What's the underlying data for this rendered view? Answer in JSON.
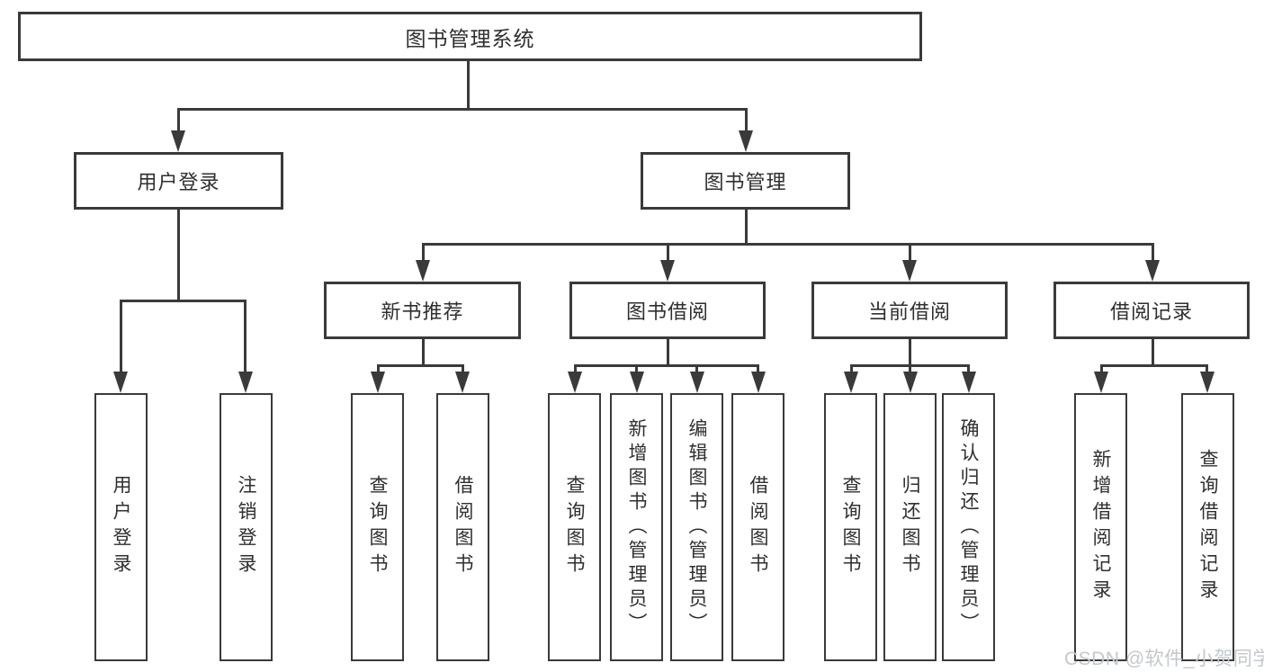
{
  "diagram": {
    "root": "图书管理系统",
    "nodes": {
      "user_login": {
        "label": "用户登录",
        "children": [
          "用户登录",
          "注销登录"
        ]
      },
      "book_management": {
        "label": "图书管理"
      },
      "new_books": {
        "label": "新书推荐",
        "children": [
          "查询图书",
          "借阅图书"
        ]
      },
      "book_borrowing": {
        "label": "图书借阅",
        "children": [
          "查询图书",
          "新增图书（管理员）",
          "编辑图书（管理员）",
          "借阅图书"
        ]
      },
      "current_borrowing": {
        "label": "当前借阅",
        "children": [
          "查询图书",
          "归还图书",
          "确认归还（管理员）"
        ]
      },
      "borrowing_records": {
        "label": "借阅记录",
        "children": [
          "新增借阅记录",
          "查询借阅记录"
        ]
      }
    },
    "colors": {
      "line": "#3a3a3a",
      "text": "#2f2f2f",
      "background": "#ffffff",
      "watermark": "#c3c8cc"
    },
    "watermark": "CSDN @软件_小贺同学"
  }
}
